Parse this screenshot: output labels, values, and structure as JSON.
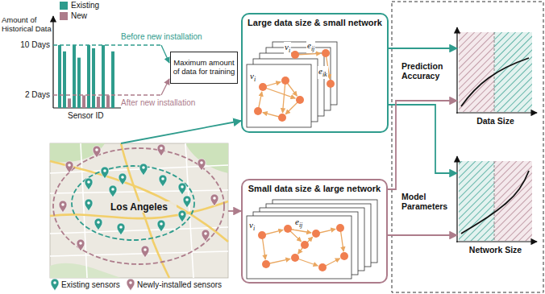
{
  "diagram": {
    "nodes": [
      {
        "text": [
          "Maximum amount of data for training"
        ]
      },
      {
        "text": [
          "Large data size & small network"
        ]
      },
      {
        "text": [
          "Small data size & large network"
        ]
      },
      {
        "text": [
          "Los Angeles"
        ]
      },
      {
        "text": [
          "Prediction Accuracy",
          "Data Size"
        ]
      },
      {
        "text": [
          "Model Parameters",
          "Network Size"
        ]
      }
    ],
    "edges": [
      {
        "from": 3,
        "to": 1,
        "arrow": "to"
      },
      {
        "from": 3,
        "to": 2,
        "arrow": "to"
      },
      {
        "from": 1,
        "to": 4,
        "arrow": "to"
      },
      {
        "from": 1,
        "to": 5,
        "arrow": "to"
      },
      {
        "from": 2,
        "to": 4,
        "arrow": "to"
      },
      {
        "from": 2,
        "to": 5,
        "arrow": "to"
      }
    ],
    "labels": [
      "Amount of Historical Data",
      "10 Days",
      "2 Days",
      "Sensor ID",
      "Before new installation",
      "After new installation",
      "vi",
      "eij",
      "eik",
      "vi",
      "vi",
      "eij"
    ],
    "legend": [
      {
        "text": "Existing",
        "color": "#2f9c8d"
      },
      {
        "text": "New",
        "color": "#ad7c8b"
      },
      {
        "text": "Existing sensors"
      },
      {
        "text": "Newly-installed sensors"
      }
    ]
  }
}
